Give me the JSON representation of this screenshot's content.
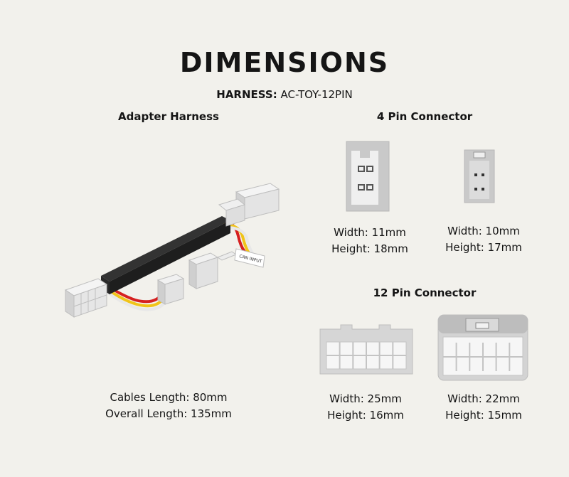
{
  "title": "DIMENSIONS",
  "harness": {
    "label": "HARNESS:",
    "value": "AC-TOY-12PIN"
  },
  "adapter": {
    "title": "Adapter Harness",
    "cable_length": "Cables Length: 80mm",
    "overall_length": "Overall Length: 135mm",
    "label_text": "CAN INPUT"
  },
  "pin4": {
    "title": "4 Pin Connector",
    "left": {
      "width": "Width: 11mm",
      "height": "Height: 18mm"
    },
    "right": {
      "width": "Width: 10mm",
      "height": "Height: 17mm"
    }
  },
  "pin12": {
    "title": "12 Pin Connector",
    "left": {
      "width": "Width: 25mm",
      "height": "Height: 16mm"
    },
    "right": {
      "width": "Width: 22mm",
      "height": "Height: 15mm"
    }
  },
  "colors": {
    "background": "#f2f1ec",
    "connector": "#e4e4e4",
    "connector_dark": "#c9c9c9",
    "sleeve": "#1e1e1e",
    "wire_red": "#d62020",
    "wire_yellow": "#f0c419",
    "wire_white": "#e8e8e8"
  }
}
